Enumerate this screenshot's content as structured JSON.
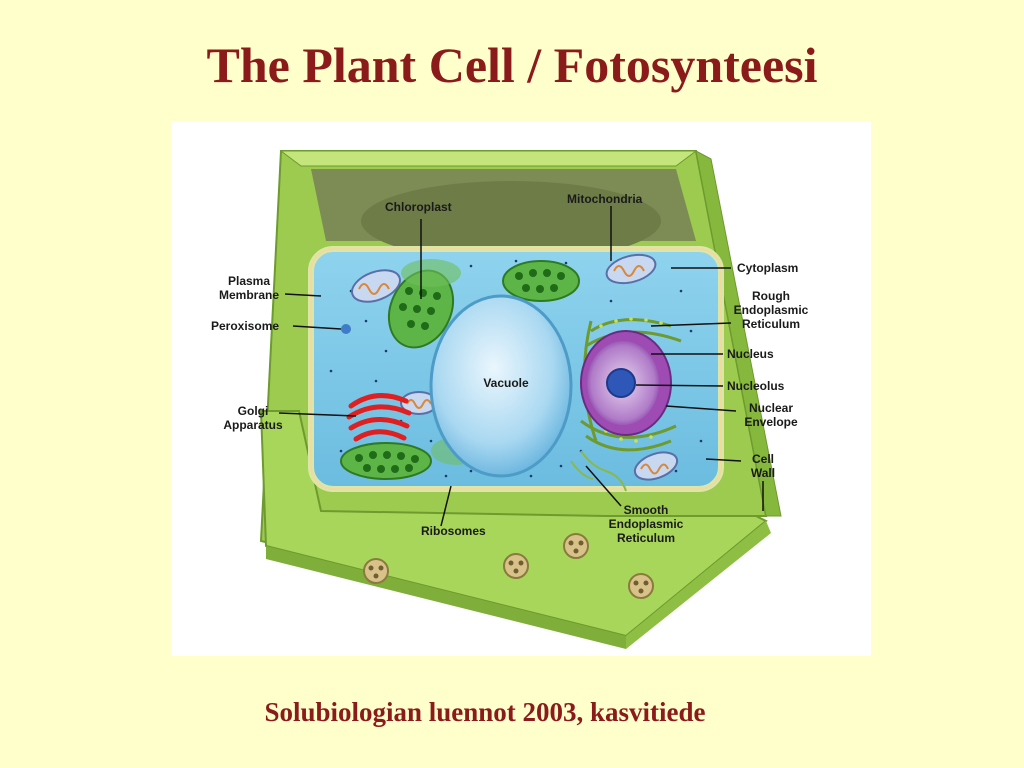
{
  "slide": {
    "title": "The Plant Cell / Fotosynteesi",
    "footer": "Solubiologian luennot 2003, kasvitiede"
  },
  "diagram": {
    "labels": {
      "chloroplast": "Chloroplast",
      "mitochondria": "Mitochondria",
      "plasma_membrane": [
        "Plasma",
        "Membrane"
      ],
      "peroxisome": "Peroxisome",
      "golgi": [
        "Golgi",
        "Apparatus"
      ],
      "vacuole": "Vacuole",
      "ribosomes": "Ribosomes",
      "smooth_er": [
        "Smooth",
        "Endoplasmic",
        "Reticulum"
      ],
      "cytoplasm": "Cytoplasm",
      "rough_er": [
        "Rough",
        "Endoplasmic",
        "Reticulum"
      ],
      "nucleus": "Nucleus",
      "nucleolus": "Nucleolus",
      "nuclear_envelope": [
        "Nuclear",
        "Envelope"
      ],
      "cell_wall": [
        "Cell",
        "Wall"
      ]
    }
  },
  "colors": {
    "title": "#8B1A1A",
    "background": "#FFFFCC",
    "cell_wall": "#A8D65A",
    "cytoplasm": "#7EC8E8",
    "vacuole": "#BFE3F5",
    "chloroplast": "#4FA83A",
    "golgi": "#E02020",
    "nucleus": "#A64CB8"
  }
}
